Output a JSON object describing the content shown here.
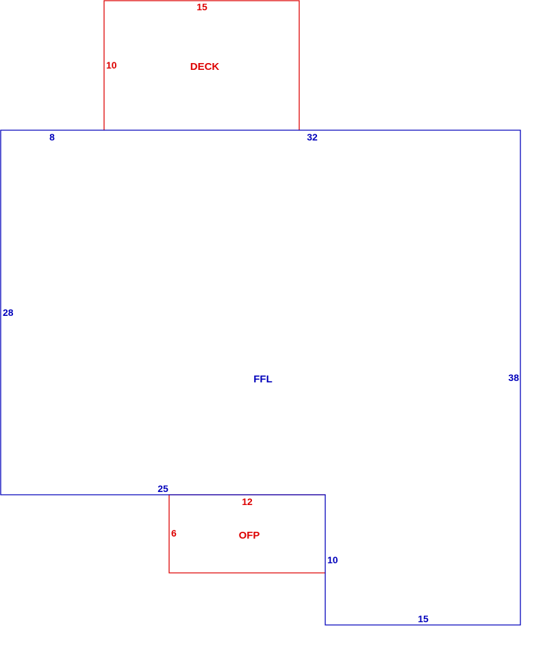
{
  "colors": {
    "primary_area": "#0000bb",
    "secondary_area": "#dd0000",
    "background": "#ffffff"
  },
  "areas": [
    {
      "key": "ffl",
      "label": "FFL",
      "color": "#0000bb",
      "dimensions": {
        "top_left_segment": "8",
        "top_right_segment": "32",
        "left_side": "28",
        "right_side": "38",
        "bottom_left_segment": "25",
        "notch_side": "10",
        "bottom_right_segment": "15"
      }
    },
    {
      "key": "deck",
      "label": "DECK",
      "color": "#dd0000",
      "dimensions": {
        "top": "15",
        "left_side": "10"
      }
    },
    {
      "key": "ofp",
      "label": "OFP",
      "color": "#dd0000",
      "dimensions": {
        "top": "12",
        "left_side": "6"
      }
    }
  ]
}
